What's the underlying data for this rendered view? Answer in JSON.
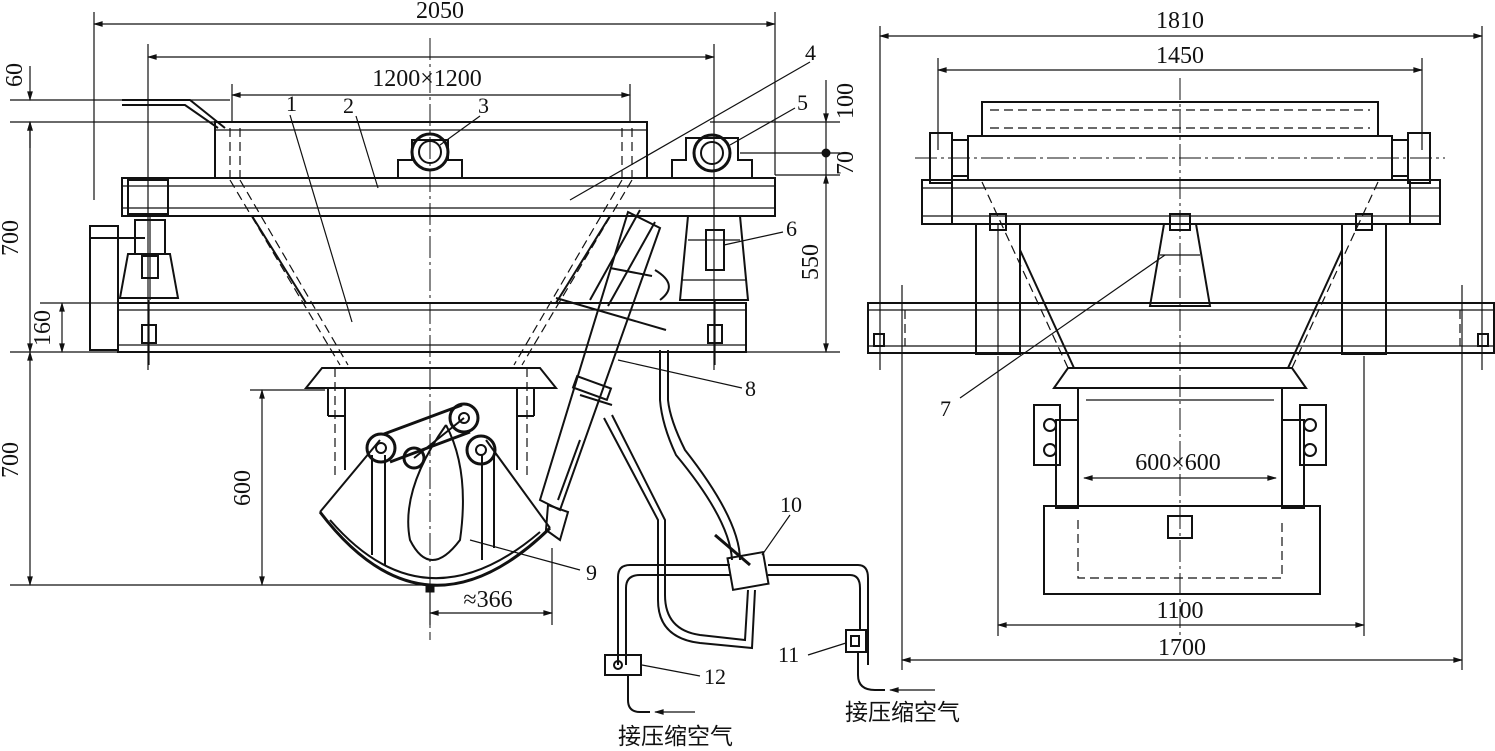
{
  "dimensions": {
    "d2050": "2050",
    "d1200x1200": "1200×1200",
    "d60": "60",
    "d700_top": "700",
    "d160": "160",
    "d700_bottom": "700",
    "d600": "600",
    "d366": "≈366",
    "d100": "100",
    "d70": "70",
    "d550": "550",
    "d1810": "1810",
    "d1450": "1450",
    "d600x600": "600×600",
    "d1100": "1100",
    "d1700": "1700"
  },
  "part_labels": [
    "1",
    "2",
    "3",
    "4",
    "5",
    "6",
    "7",
    "8",
    "9",
    "10",
    "11",
    "12"
  ],
  "notes": {
    "air_left": "接压缩空气",
    "air_right": "接压缩空气"
  }
}
